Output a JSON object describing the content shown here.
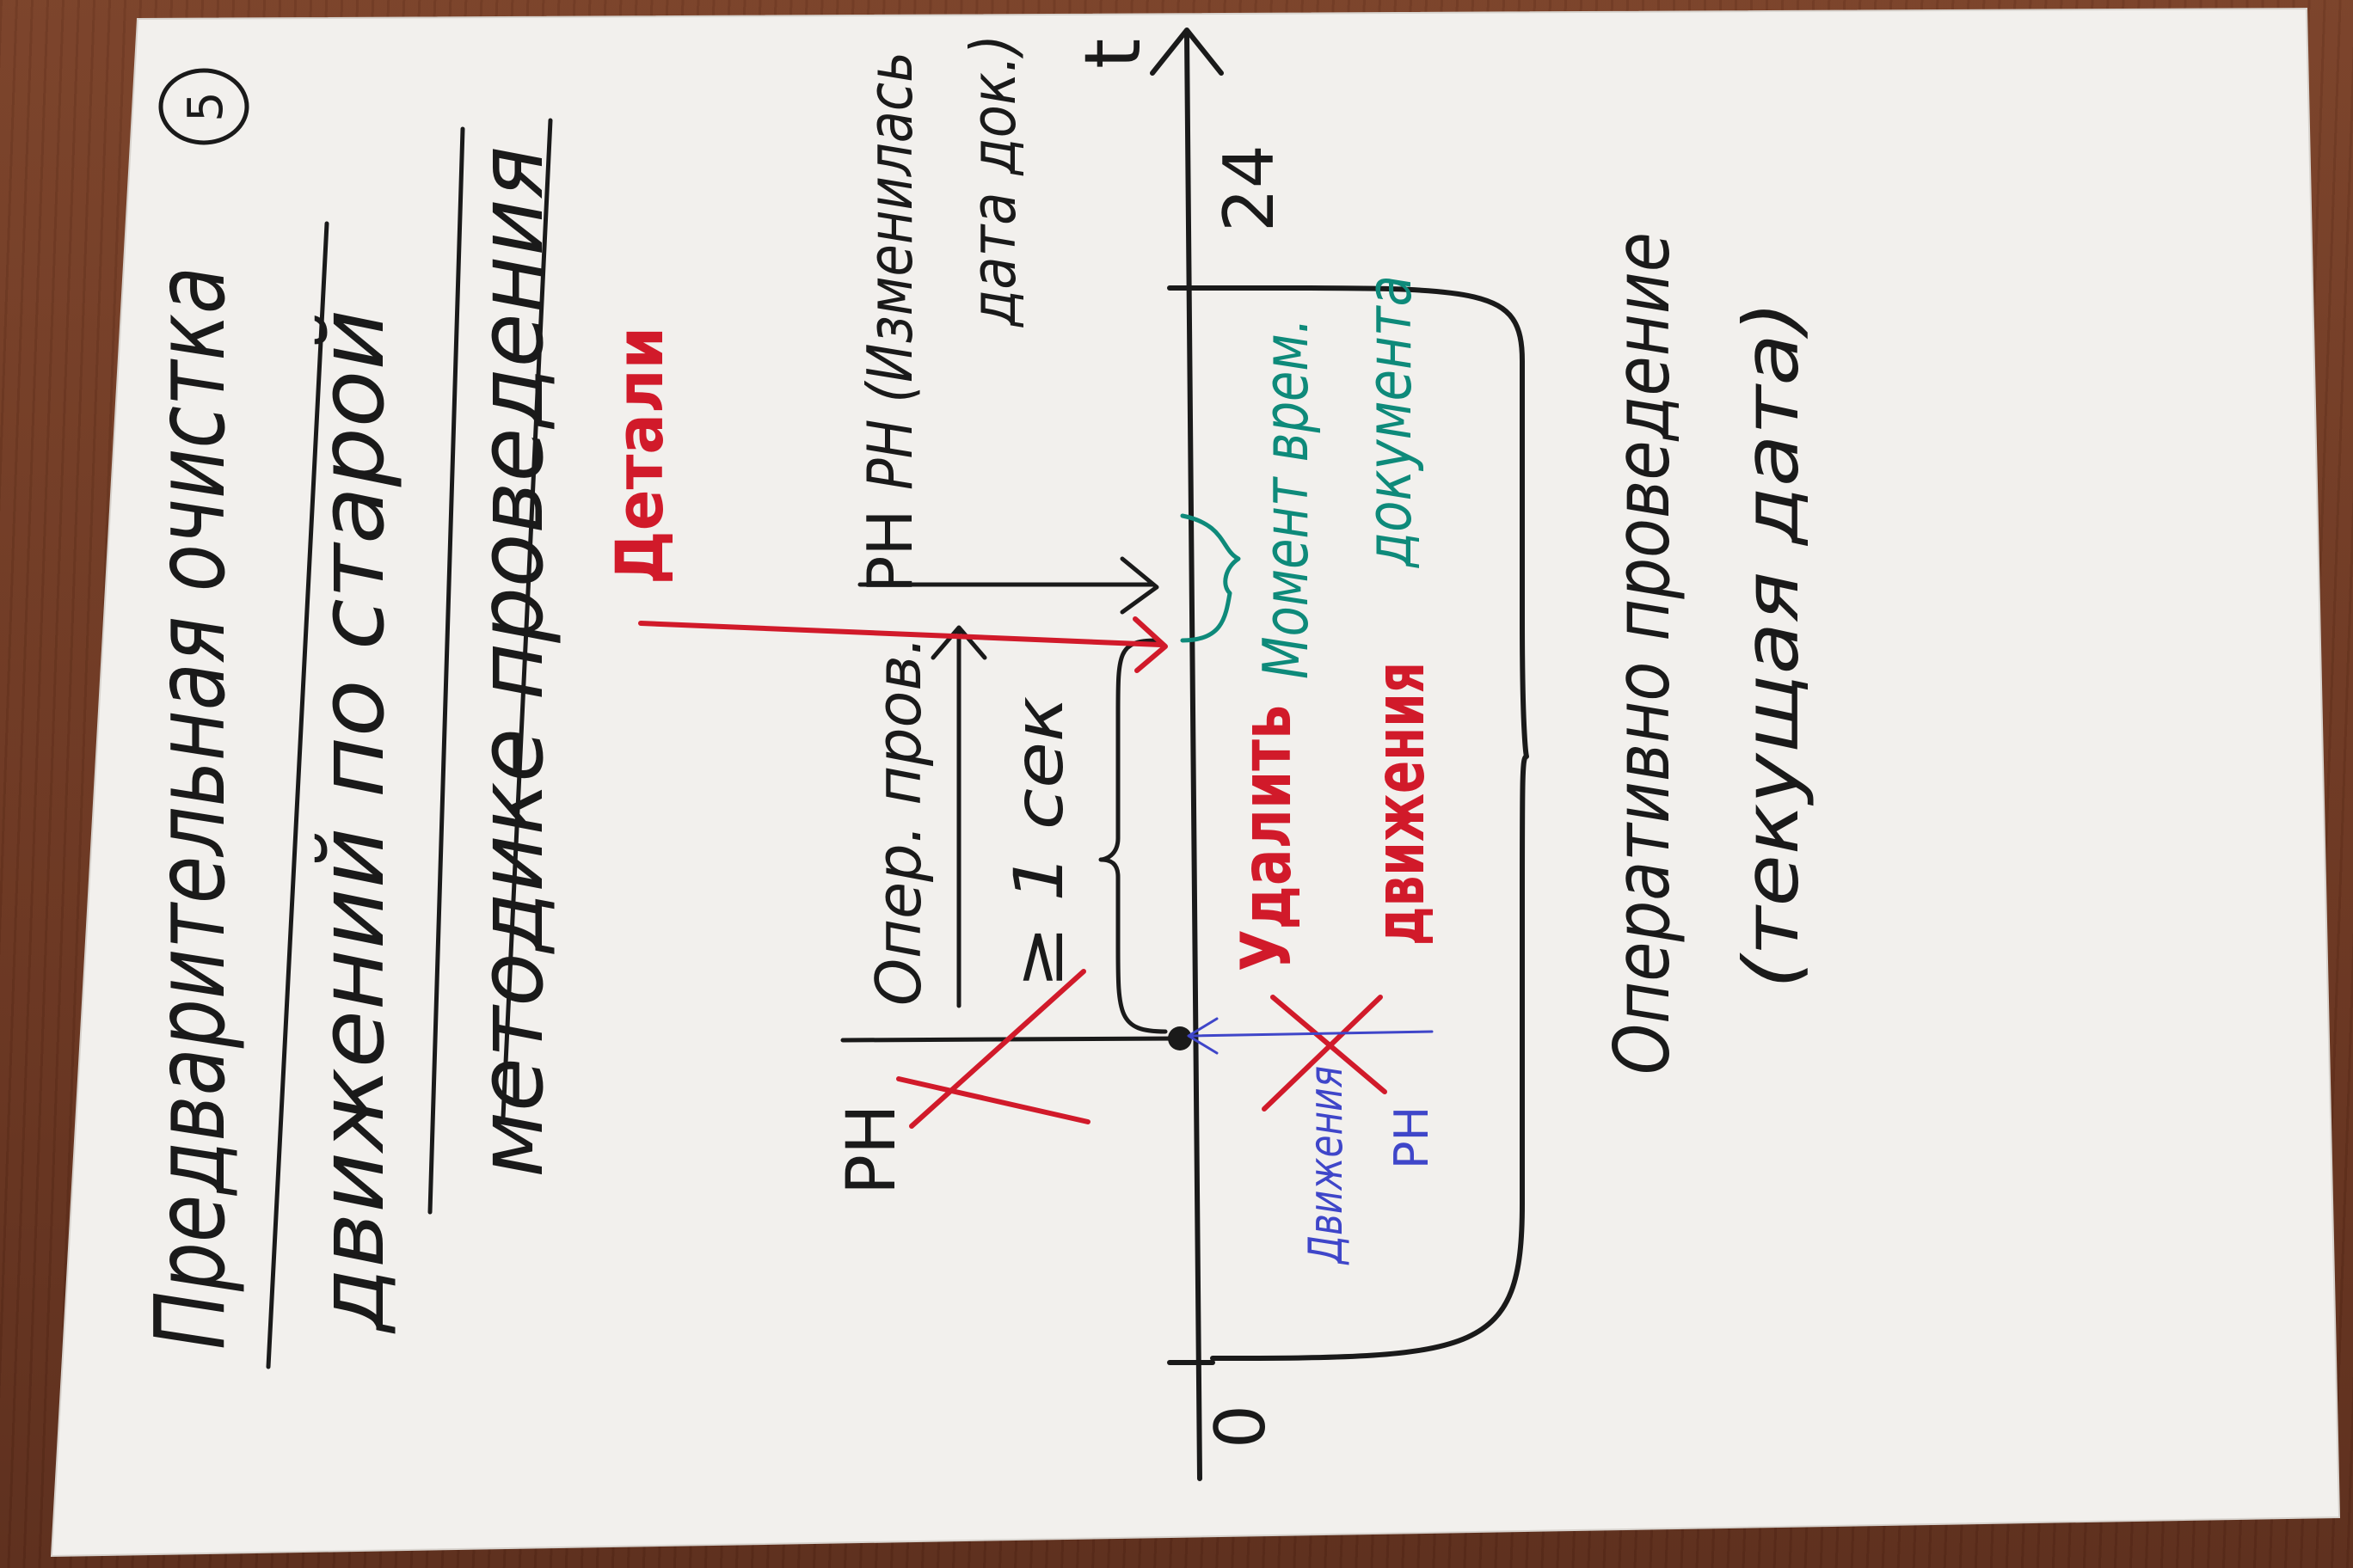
{
  "page_number": "5",
  "title_lines": [
    "Предварительная очистка",
    "движений по старой",
    "методике проведения"
  ],
  "labels": {
    "axis_t": "t",
    "axis_zero": "0",
    "axis_24": "24",
    "details": "Детали",
    "rn_changed": "РН (Изменилась",
    "rn_changed_2": "дата док.)",
    "oper_prov": "Опер. пров.",
    "rn_pre": "РН",
    "rn_left": "РН",
    "one_sec": "≥ 1 сек",
    "delete_moves": "Удалить",
    "delete_moves_2": "движения",
    "doc_time": "Момент врем.",
    "doc_time_2": "документа",
    "rn_moves": "Движения",
    "rn_moves_2": "РН",
    "bottom_note": "Оперативно проведение",
    "bottom_note_2": "(текущая дата)"
  },
  "colors": {
    "paper": "#f2f0ed",
    "ink_black": "#1a1a1a",
    "ink_red": "#d11a2a",
    "ink_teal": "#0e8a7a",
    "ink_blue": "#3f46c9",
    "table": "#6e3a22"
  }
}
